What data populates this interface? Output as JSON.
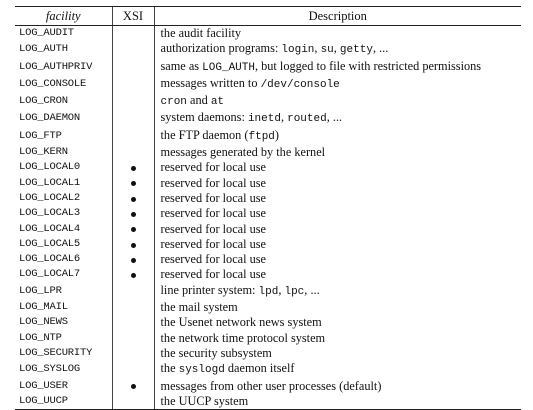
{
  "table": {
    "headers": {
      "facility": "facility",
      "xsi": "XSI",
      "description": "Description"
    },
    "rows": [
      {
        "facility": "LOG_AUDIT",
        "xsi": false,
        "desc": [
          [
            "t",
            "the audit facility"
          ]
        ]
      },
      {
        "facility": "LOG_AUTH",
        "xsi": false,
        "desc": [
          [
            "t",
            "authorization programs: "
          ],
          [
            "c",
            "login"
          ],
          [
            "t",
            ", "
          ],
          [
            "c",
            "su"
          ],
          [
            "t",
            ", "
          ],
          [
            "c",
            "getty"
          ],
          [
            "t",
            ", ..."
          ]
        ]
      },
      {
        "facility": "LOG_AUTHPRIV",
        "xsi": false,
        "desc": [
          [
            "t",
            "same as "
          ],
          [
            "c",
            "LOG_AUTH"
          ],
          [
            "t",
            ", but logged to file with restricted permissions"
          ]
        ]
      },
      {
        "facility": "LOG_CONSOLE",
        "xsi": false,
        "desc": [
          [
            "t",
            "messages written to "
          ],
          [
            "c",
            "/dev/console"
          ]
        ]
      },
      {
        "facility": "LOG_CRON",
        "xsi": false,
        "desc": [
          [
            "c",
            "cron"
          ],
          [
            "t",
            " and "
          ],
          [
            "c",
            "at"
          ]
        ]
      },
      {
        "facility": "LOG_DAEMON",
        "xsi": false,
        "desc": [
          [
            "t",
            "system daemons: "
          ],
          [
            "c",
            "inetd"
          ],
          [
            "t",
            ", "
          ],
          [
            "c",
            "routed"
          ],
          [
            "t",
            ", ..."
          ]
        ]
      },
      {
        "facility": "LOG_FTP",
        "xsi": false,
        "desc": [
          [
            "t",
            "the FTP daemon ("
          ],
          [
            "c",
            "ftpd"
          ],
          [
            "t",
            ")"
          ]
        ]
      },
      {
        "facility": "LOG_KERN",
        "xsi": false,
        "desc": [
          [
            "t",
            "messages generated by the kernel"
          ]
        ]
      },
      {
        "facility": "LOG_LOCAL0",
        "xsi": true,
        "desc": [
          [
            "t",
            "reserved for local use"
          ]
        ]
      },
      {
        "facility": "LOG_LOCAL1",
        "xsi": true,
        "desc": [
          [
            "t",
            "reserved for local use"
          ]
        ]
      },
      {
        "facility": "LOG_LOCAL2",
        "xsi": true,
        "desc": [
          [
            "t",
            "reserved for local use"
          ]
        ]
      },
      {
        "facility": "LOG_LOCAL3",
        "xsi": true,
        "desc": [
          [
            "t",
            "reserved for local use"
          ]
        ]
      },
      {
        "facility": "LOG_LOCAL4",
        "xsi": true,
        "desc": [
          [
            "t",
            "reserved for local use"
          ]
        ]
      },
      {
        "facility": "LOG_LOCAL5",
        "xsi": true,
        "desc": [
          [
            "t",
            "reserved for local use"
          ]
        ]
      },
      {
        "facility": "LOG_LOCAL6",
        "xsi": true,
        "desc": [
          [
            "t",
            "reserved for local use"
          ]
        ]
      },
      {
        "facility": "LOG_LOCAL7",
        "xsi": true,
        "desc": [
          [
            "t",
            "reserved for local use"
          ]
        ]
      },
      {
        "facility": "LOG_LPR",
        "xsi": false,
        "desc": [
          [
            "t",
            "line printer system: "
          ],
          [
            "c",
            "lpd"
          ],
          [
            "t",
            ", "
          ],
          [
            "c",
            "lpc"
          ],
          [
            "t",
            ", ..."
          ]
        ]
      },
      {
        "facility": "LOG_MAIL",
        "xsi": false,
        "desc": [
          [
            "t",
            "the mail system"
          ]
        ]
      },
      {
        "facility": "LOG_NEWS",
        "xsi": false,
        "desc": [
          [
            "t",
            "the Usenet network news system"
          ]
        ]
      },
      {
        "facility": "LOG_NTP",
        "xsi": false,
        "desc": [
          [
            "t",
            "the network time protocol system"
          ]
        ]
      },
      {
        "facility": "LOG_SECURITY",
        "xsi": false,
        "desc": [
          [
            "t",
            "the security subsystem"
          ]
        ]
      },
      {
        "facility": "LOG_SYSLOG",
        "xsi": false,
        "desc": [
          [
            "t",
            "the "
          ],
          [
            "c",
            "syslogd"
          ],
          [
            "t",
            " daemon itself"
          ]
        ]
      },
      {
        "facility": "LOG_USER",
        "xsi": true,
        "desc": [
          [
            "t",
            "messages from other user processes (default)"
          ]
        ]
      },
      {
        "facility": "LOG_UUCP",
        "xsi": false,
        "desc": [
          [
            "t",
            "the UUCP system"
          ]
        ]
      }
    ]
  }
}
